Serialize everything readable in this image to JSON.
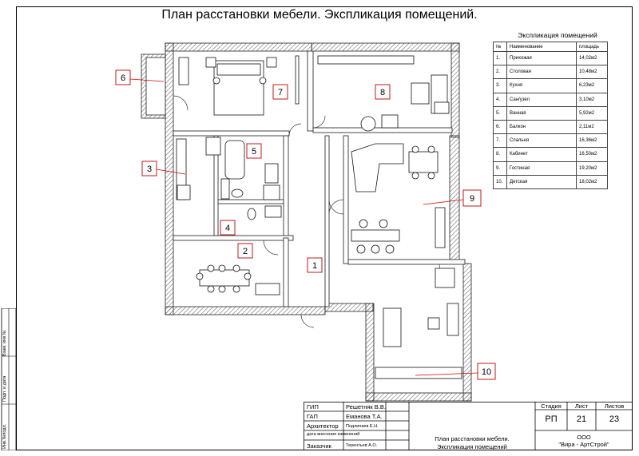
{
  "title": "План расстановки мебели. Экспликация помещений.",
  "legend": {
    "caption": "Экспликация помещений",
    "headers": [
      "№",
      "Наименование",
      "площадь"
    ],
    "rows": [
      [
        "1.",
        "Прихожая",
        "14,02м2"
      ],
      [
        "2.",
        "Столовая",
        "10,48м2"
      ],
      [
        "3.",
        "Кухня",
        "6,23м2"
      ],
      [
        "4.",
        "Сан/узел",
        "3,10м2"
      ],
      [
        "5.",
        "Ванная",
        "5,92м2"
      ],
      [
        "6.",
        "Балкон",
        "2,11м2"
      ],
      [
        "7.",
        "Спальня",
        "16,36м2"
      ],
      [
        "8.",
        "Кабинет",
        "16,50м2"
      ],
      [
        "9.",
        "Гостиная",
        "19,20м2"
      ],
      [
        "10.",
        "Детская",
        "18,02м2"
      ]
    ]
  },
  "room_tags": [
    "1",
    "2",
    "3",
    "4",
    "5",
    "6",
    "7",
    "8",
    "9",
    "10"
  ],
  "side_stamp": [
    "Взам. инв.№",
    "Подп. и дата",
    "Инв.№подл."
  ],
  "title_block": {
    "roles": [
      "ГИП",
      "ГАП",
      "Архитектор",
      "Заказчик"
    ],
    "names": [
      "Решетняк В.В.",
      "Еманова Т.А.",
      "Подлипаев Е.Н.",
      "Терентьев А.О."
    ],
    "small_note": "дата внесения изменений",
    "sheet_title_1": "План расстановки мебели.",
    "sheet_title_2": "Экспликация помещений",
    "stage_label": "Стадия",
    "sheet_label": "Лист",
    "sheets_label": "Листов",
    "stage": "РП",
    "sheet": "21",
    "sheets": "23",
    "org_1": "ООО",
    "org_2": "\"Вира - АртСтрой\""
  }
}
